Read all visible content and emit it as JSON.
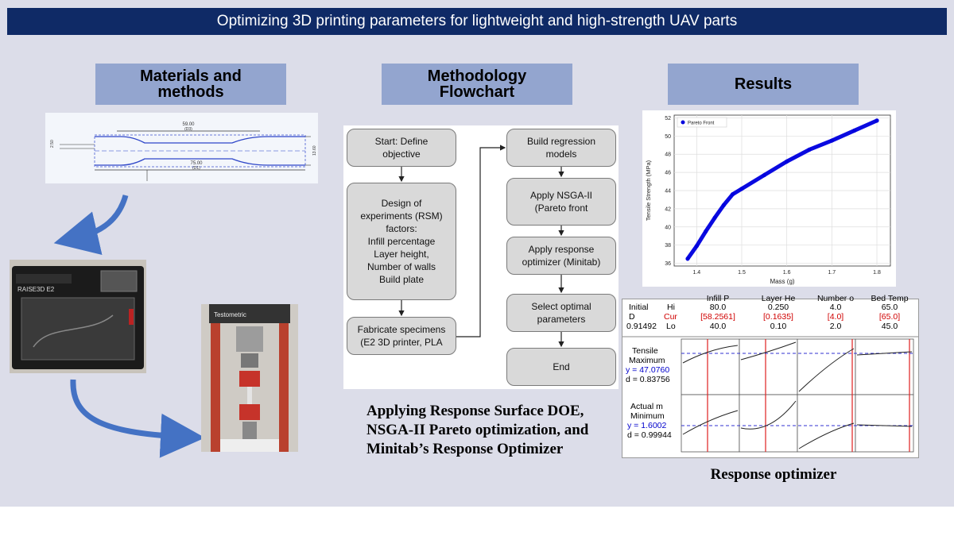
{
  "title": "Optimizing 3D printing parameters for lightweight and high-strength UAV parts",
  "sections": {
    "materials": "Materials and\nmethods",
    "methodology": "Methodology\nFlowchart",
    "results": "Results"
  },
  "drawing": {
    "dim_top": "59.00",
    "dim_top_sub": "(D3)",
    "dim_bottom": "75.00",
    "dim_bottom_sub": "(D1)",
    "dim_left": "2.50",
    "dim_right": "13.60"
  },
  "printer": {
    "brand": "RAISE3D E2"
  },
  "tester": {
    "brand": "Testometric"
  },
  "flowchart": {
    "left": [
      "Start: Define\nobjective",
      "Design of\nexperiments (RSM)\nfactors:\nInfill percentage\nLayer height,\nNumber of walls\nBuild plate",
      "Fabricate specimens\n(E2 3D printer, PLA"
    ],
    "right": [
      "Build regression\nmodels",
      "Apply NSGA-II\n(Pareto front",
      "Apply response\noptimizer (Minitab)",
      "Select optimal\nparameters",
      "End"
    ]
  },
  "flow_caption": "Applying Response Surface DOE, NSGA-II Pareto optimization, and Minitab’s Response Optimizer",
  "chart_data": {
    "type": "line",
    "x": [
      1.38,
      1.4,
      1.42,
      1.44,
      1.46,
      1.48,
      1.5,
      1.55,
      1.6,
      1.65,
      1.7,
      1.75,
      1.8
    ],
    "series": [
      {
        "name": "Pareto Front",
        "values": [
          36.5,
          37.9,
          39.5,
          41.0,
          42.4,
          43.6,
          44.2,
          45.7,
          47.2,
          48.5,
          49.5,
          50.6,
          51.7
        ]
      }
    ],
    "xlabel": "Mass (g)",
    "ylabel": "Tensile Strength (MPa)",
    "xticks": [
      "1.4",
      "1.5",
      "1.6",
      "1.7",
      "1.8"
    ],
    "yticks": [
      "36",
      "38",
      "40",
      "42",
      "44",
      "46",
      "48",
      "50",
      "52"
    ],
    "xlim": [
      1.35,
      1.83
    ],
    "ylim": [
      35.7,
      52.3
    ],
    "grid": true,
    "legend": "top-left"
  },
  "optimizer": {
    "initial_label": "Initial",
    "d_label": "D",
    "d_value": "0.91492",
    "row_labels": {
      "hi": "Hi",
      "cur": "Cur",
      "lo": "Lo"
    },
    "factors": [
      {
        "name": "Infill P",
        "hi": "80.0",
        "cur": "[58.2561]",
        "lo": "40.0"
      },
      {
        "name": "Layer He",
        "hi": "0.250",
        "cur": "[0.1635]",
        "lo": "0.10"
      },
      {
        "name": "Number o",
        "hi": "4.0",
        "cur": "[4.0]",
        "lo": "2.0"
      },
      {
        "name": "Bed Temp",
        "hi": "65.0",
        "cur": "[65.0]",
        "lo": "45.0"
      }
    ],
    "responses": [
      {
        "name": "Tensile",
        "goal": "Maximum",
        "y": "y = 47.0760",
        "d": "d = 0.83756"
      },
      {
        "name": "Actual m",
        "goal": "Minimum",
        "y": "y = 1.6002",
        "d": "d = 0.99944"
      }
    ]
  },
  "optimizer_caption": "Response optimizer"
}
